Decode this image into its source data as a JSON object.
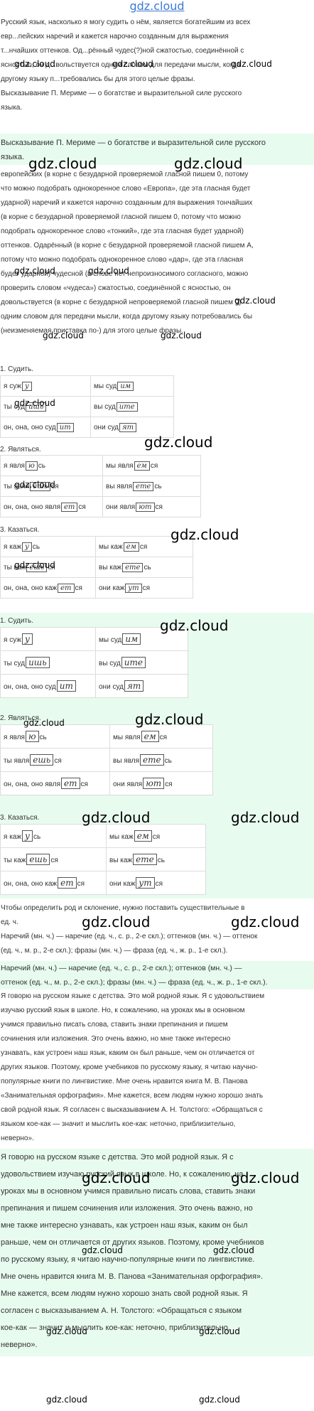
{
  "logo": "gdz.cloud",
  "watermark": "gdz.cloud",
  "task_paragraph": {
    "lines": [
      "Русский язык, насколько я могу судить о нём, является богатейшим из всех",
      "евр...пейских наречий и кажется нарочно созданным для выражения",
      "т...нчайших оттенков. Од...рённый чудес(?)ной сжатостью, соединённой с",
      "ясностью, он д...вольствуется одним словом для передачи мысли, когда",
      "другому языку п...требовались бы для этого целые фразы.",
      "Высказывание П. Мериме — о богатстве и выразительной силе русского",
      "языка."
    ]
  },
  "answer_heading": {
    "lines": [
      "Высказывание П. Мериме — о богатстве и выразительной силе русского",
      "языка."
    ]
  },
  "answer_paragraph": {
    "lines": [
      "европейских (в корне с безударной проверяемой гласной пишем 0, потому",
      "что можно подобрать однокоренное слово «Европа», где эта гласная будет",
      "ударной) наречий и кажется нарочно созданным для выражения тончайших",
      "(в корне с безударной проверяемой гласной пишем 0, потому что можно",
      "подобрать однокоренное слово «тонкий», где эта гласная будет ударной)",
      "оттенков. Одарённый (в корне с безударной проверяемой гласной пишем А,",
      "потому что можно подобрать однокоренное слово «дар», где эта гласная",
      "будет ударной) чудесной (в слове нет непроизносимого согласного, можно",
      "проверить словом «чудеса») сжатостью, соединённой с ясностью, он",
      "довольствуется (в корне с безударной непроверяемой гласной пишем 0)",
      "одним словом для передачи мысли, когда другому языку потребовались бы",
      "(неизменяемая приставка по-) для этого целые фразы."
    ]
  },
  "verb_tables": [
    {
      "title": "1. Судить.",
      "rows": [
        [
          {
            "pre": "я суж",
            "box": "у",
            "post": ""
          },
          {
            "pre": "мы суд",
            "box": "им",
            "post": ""
          }
        ],
        [
          {
            "pre": "ты суд",
            "box": "ишь",
            "post": ""
          },
          {
            "pre": "вы суд",
            "box": "ите",
            "post": ""
          }
        ],
        [
          {
            "pre": "он, она, оно суд",
            "box": "ит",
            "post": ""
          },
          {
            "pre": "они суд",
            "box": "ят",
            "post": ""
          }
        ]
      ]
    },
    {
      "title": "2. Являться.",
      "rows": [
        [
          {
            "pre": "я явля",
            "box": "ю",
            "post": "сь"
          },
          {
            "pre": "мы явля",
            "box": "ем",
            "post": "ся"
          }
        ],
        [
          {
            "pre": "ты явля",
            "box": "ешь",
            "post": "ся"
          },
          {
            "pre": "вы явля",
            "box": "ете",
            "post": "сь"
          }
        ],
        [
          {
            "pre": "он, она, оно явля",
            "box": "ет",
            "post": "ся"
          },
          {
            "pre": "они явля",
            "box": "ют",
            "post": "ся"
          }
        ]
      ]
    },
    {
      "title": "3. Казаться.",
      "rows": [
        [
          {
            "pre": "я каж",
            "box": "у",
            "post": "сь"
          },
          {
            "pre": "мы каж",
            "box": "ем",
            "post": "ся"
          }
        ],
        [
          {
            "pre": "ты каж",
            "box": "ешь",
            "post": "ся"
          },
          {
            "pre": "вы каж",
            "box": "ете",
            "post": "сь"
          }
        ],
        [
          {
            "pre": "он, она, оно каж",
            "box": "ет",
            "post": "ся"
          },
          {
            "pre": "они каж",
            "box": "ут",
            "post": "ся"
          }
        ]
      ]
    }
  ],
  "nouns_task": {
    "lines": [
      "Чтобы определить род и склонение, нужно поставить существительные в",
      "ед. ч.",
      "Наречий (мн. ч.) — наречие (ед. ч., с. р., 2-е скл.); оттенков (мн. ч.) — оттенок",
      "(ед. ч., м. р., 2-е скл.); фразы (мн. ч.) — фраза (ед. ч., ж. р., 1-е скл.)."
    ]
  },
  "nouns_answer": {
    "lines": [
      "Наречий (мн. ч.) — наречие (ед. ч., с. р., 2-е скл.); оттенков (мн. ч.) —",
      "оттенок (ед. ч., м. р., 2-е скл.); фразы (мн. ч.) — фраза (ед. ч., ж. р., 1-е скл.)."
    ]
  },
  "essay_task": {
    "lines": [
      "Я говорю на русском языке с детства. Это мой родной язык. Я с удовольствием",
      "изучаю русский язык в школе. Но, к сожалению, на уроках мы в основном",
      "учимся правильно писать слова, ставить знаки препинания и пишем",
      "сочинения или изложения. Это очень важно, но мне также интересно",
      "узнавать, как устроен наш язык, каким он был раньше, чем он отличается от",
      "других языков. Поэтому, кроме учебников по русскому языку, я читаю научно-",
      "популярные книги по лингвистике. Мне очень нравится книга М. В. Панова",
      "«Занимательная орфография». Мне кажется, всем людям нужно хорошо знать",
      "свой родной язык. Я согласен с высказыванием А. Н. Толстого: «Обращаться с",
      "языком кое-как — значит и мыслить кое-как: неточно, приблизительно,",
      "неверно»."
    ]
  },
  "essay_answer": {
    "lines": [
      "Я говорю на русском языке с детства. Это мой родной язык. Я с",
      "удовольствием изучаю русский язык в школе. Но, к сожалению, на",
      "уроках мы в основном учимся правильно писать слова, ставить знаки",
      "препинания и пишем сочинения или изложения. Это очень важно, но",
      "мне также интересно узнавать, как устроен наш язык, каким он был",
      "раньше, чем он отличается от других языков. Поэтому, кроме учебников",
      "по русскому языку, я читаю научно-популярные книги по лингвистике.",
      "Мне очень нравится книга М. В. Панова «Занимательная орфография».",
      "Мне кажется, всем людям нужно хорошо знать свой родной язык. Я",
      "согласен с высказыванием А. Н. Толстого: «Обращаться с языком",
      "кое-как — значит и мыслить кое-как: неточно, приблизительно,",
      "неверно»."
    ]
  }
}
